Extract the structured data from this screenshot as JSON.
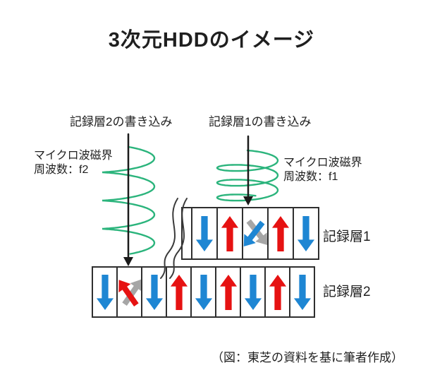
{
  "title": "3次元HDDのイメージ",
  "caption": "（図：東芝の資料を基に筆者作成）",
  "write_labels": {
    "layer2": "記録層2の書き込み",
    "layer1": "記録層1の書き込み"
  },
  "field_labels": {
    "f2": {
      "line1": "マイクロ波磁界",
      "line2": "周波数：f2"
    },
    "f1": {
      "line1": "マイクロ波磁界",
      "line2": "周波数：f1"
    }
  },
  "layers": [
    {
      "name": "記録層1",
      "lead_blank": true,
      "break_mark": true,
      "cells": [
        "down",
        "up",
        "flip_down",
        "up",
        "down"
      ]
    },
    {
      "name": "記録層2",
      "lead_blank": false,
      "break_mark": false,
      "cells": [
        "down",
        "flip_up",
        "down",
        "up",
        "down",
        "up",
        "down",
        "up",
        "down"
      ]
    }
  ],
  "colors": {
    "up": "#e61212",
    "down": "#1e86d3",
    "ghost": "#a6a6a6",
    "coil": "#2bb47c",
    "line": "#1a1a1a",
    "border": "#2f2f2f",
    "text": "#1f1f1f"
  }
}
